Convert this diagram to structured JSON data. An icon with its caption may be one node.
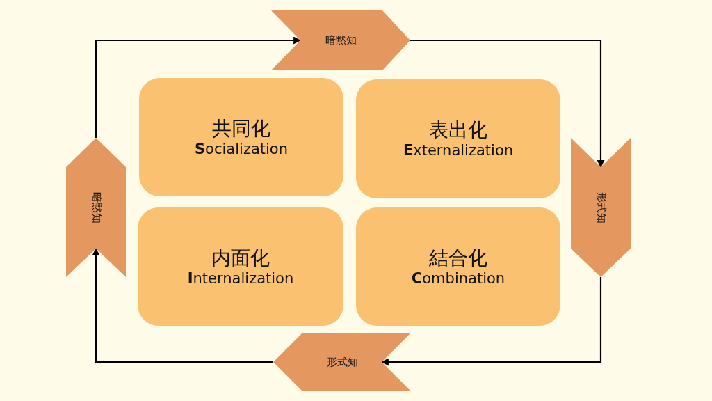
{
  "diagram": {
    "nodes": [
      {
        "text": [
          "暗黙知"
        ]
      },
      {
        "text": [
          "暗黙知"
        ]
      },
      {
        "text": [
          "共同化",
          "**S**ocialization"
        ]
      },
      {
        "text": [
          "表出化",
          "**E**xternalization"
        ]
      },
      {
        "text": [
          "形式知"
        ]
      },
      {
        "text": [
          "内面化",
          "**I**nternalization"
        ]
      },
      {
        "text": [
          "結合化",
          "**C**ombination"
        ]
      },
      {
        "text": [
          "形式知"
        ]
      }
    ],
    "edges": [
      {
        "from": 0,
        "to": 4,
        "arrow": "to"
      },
      {
        "from": 4,
        "to": 7,
        "arrow": "to"
      },
      {
        "from": 7,
        "to": 1,
        "arrow": "to"
      },
      {
        "from": 1,
        "to": 0,
        "arrow": "to"
      }
    ]
  }
}
